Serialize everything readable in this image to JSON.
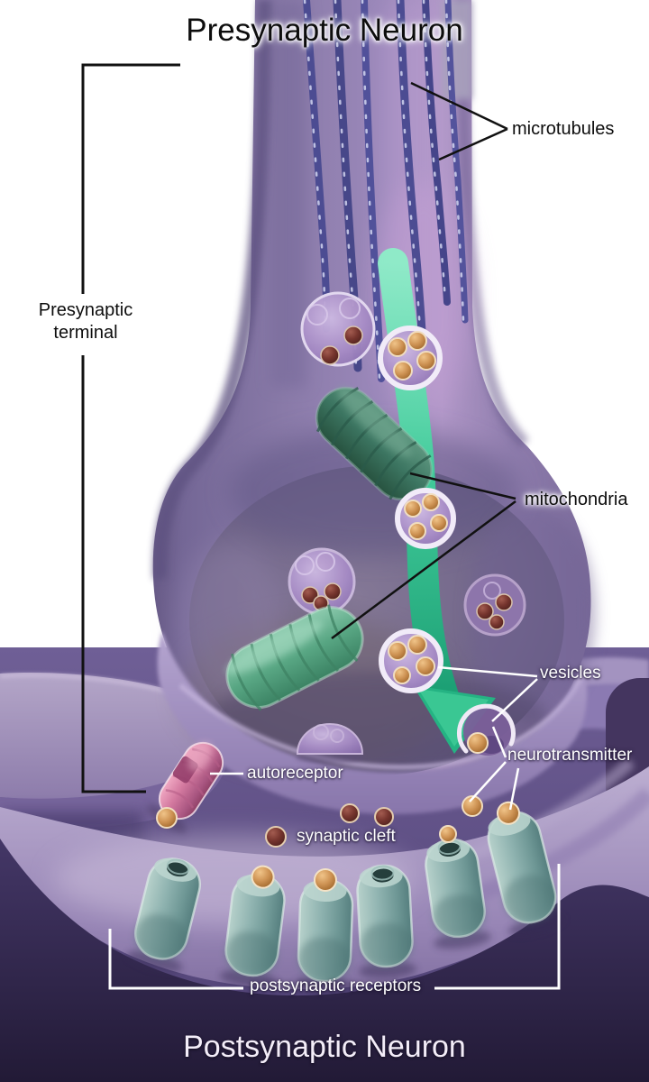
{
  "titles": {
    "presynaptic": "Presynaptic Neuron",
    "postsynaptic": "Postsynaptic Neuron"
  },
  "labels": {
    "microtubules": "microtubules",
    "presynaptic_terminal": "Presynaptic terminal",
    "mitochondria": "mitochondria",
    "vesicles": "vesicles",
    "neurotransmitter": "neurotransmitter",
    "autoreceptor": "autoreceptor",
    "synaptic_cleft": "synaptic cleft",
    "postsynaptic_receptors": "postsynaptic receptors"
  },
  "colors": {
    "background": "#ffffff",
    "neuron_purple": "#8d7dab",
    "neuron_highlight": "#b297c7",
    "bulb_interior": "#6f6488",
    "membrane_light": "#b5a5d0",
    "microtubule_blue": "#4c4c92",
    "mitochondria_dark_green": "#3c7561",
    "mitochondria_light_green": "#58a683",
    "arrow_green": "#3ecf9a",
    "vesicle_purple": "#a78cc6",
    "vesicle_rim_white": "#f1ebf8",
    "neurotransmitter_orange": "#cf9455",
    "neurotransmitter_maroon": "#76352e",
    "receptor_teal": "#8fb3b0",
    "autoreceptor_pink": "#d3799f",
    "postsynaptic_dome": "#bcaed1",
    "postsynaptic_dark": "#271e3d",
    "label_black": "#0d0d0d",
    "label_white": "#ffffff"
  }
}
